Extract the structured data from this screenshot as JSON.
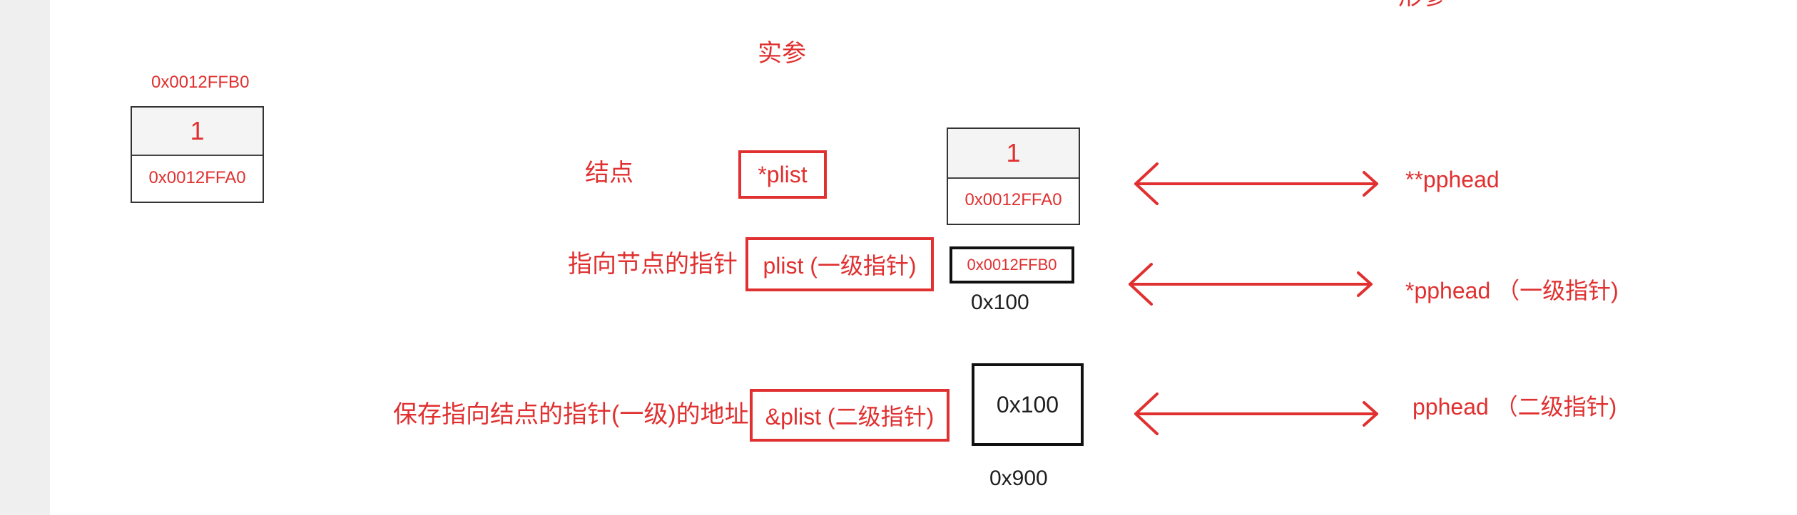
{
  "top_right_partial": "形参",
  "heading_actual": "实参",
  "left_node": {
    "address_above": "0x0012FFB0",
    "value": "1",
    "next": "0x0012FFA0"
  },
  "right_node": {
    "value": "1",
    "next": "0x0012FFA0"
  },
  "rows": [
    {
      "left_label": "结点",
      "boxed_label": "*plist",
      "right_label": "**pphead"
    },
    {
      "left_label": "指向节点的指针",
      "boxed_label": "plist (一级指针)",
      "cell_value": "0x0012FFB0",
      "cell_address": "0x100",
      "right_label": "*pphead （一级指针)"
    },
    {
      "left_label": "保存指向结点的指针(一级)的地址",
      "boxed_label": "&plist (二级指针)",
      "cell_value": "0x100",
      "cell_address": "0x900",
      "right_label": "pphead （二级指针)"
    }
  ],
  "colors": {
    "accent_red": "#e03030",
    "box_black": "#111111",
    "side_strip": "#efefef"
  }
}
